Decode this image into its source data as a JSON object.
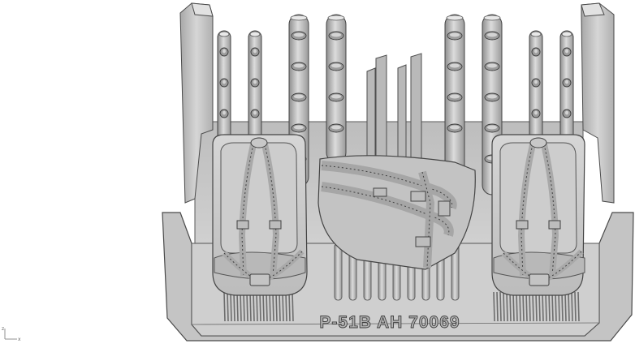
{
  "model": {
    "embossed_text": "P-51B AH 70069",
    "colors": {
      "background": "#ffffff",
      "body": "#c9c9c9",
      "body_dark": "#9e9e9e",
      "edge": "#4a4a4a",
      "shadow": "#7c7c7c"
    }
  },
  "triad": {
    "x_label": "x",
    "z_label": "z"
  }
}
